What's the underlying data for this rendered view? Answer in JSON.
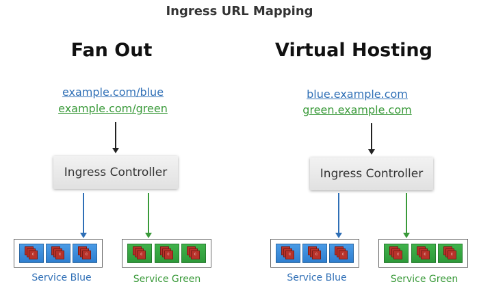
{
  "page_title": "Ingress URL Mapping",
  "colors": {
    "blue": "#2f6fb6",
    "green": "#3a9a3a",
    "pod_blue": "#3a8fdd",
    "pod_green": "#34a840",
    "container_red": "#b8322a"
  },
  "fan_out": {
    "title": "Fan Out",
    "url_blue": "example.com/blue",
    "url_green": "example.com/green",
    "controller": "Ingress Controller",
    "service_blue": {
      "label": "Service Blue",
      "pod_glyph": "c"
    },
    "service_green": {
      "label": "Service Green",
      "pod_glyph": "c"
    }
  },
  "virtual_hosting": {
    "title": "Virtual Hosting",
    "url_blue": "blue.example.com",
    "url_green": "green.example.com",
    "controller": "Ingress Controller",
    "service_blue": {
      "label": "Service Blue",
      "pod_glyph": "c"
    },
    "service_green": {
      "label": "Service Green",
      "pod_glyph": "c"
    }
  }
}
